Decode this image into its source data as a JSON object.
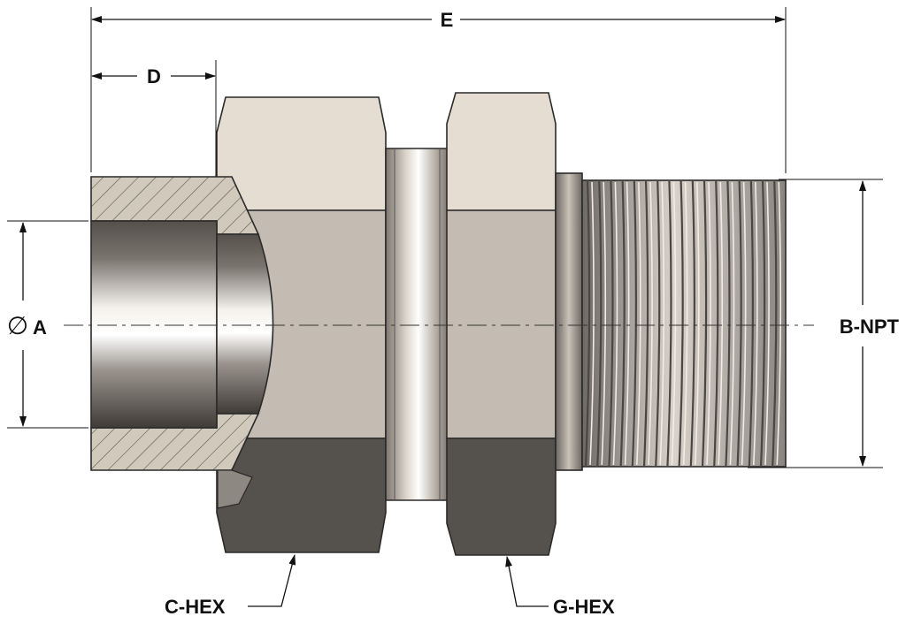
{
  "diagram": {
    "labels": {
      "overall_length": "E",
      "socket_depth": "D",
      "bore_diameter_symbol": "∅",
      "bore_diameter": "A",
      "thread": "B-NPT",
      "body_hex": "C-HEX",
      "nut_hex": "G-HEX"
    },
    "colors": {
      "hex_light": "#e6ddd2",
      "hex_mid": "#c4bcb2",
      "hex_dark": "#55514d",
      "section_fill": "#cdc4b8",
      "thread_root": "#8d8883"
    }
  }
}
